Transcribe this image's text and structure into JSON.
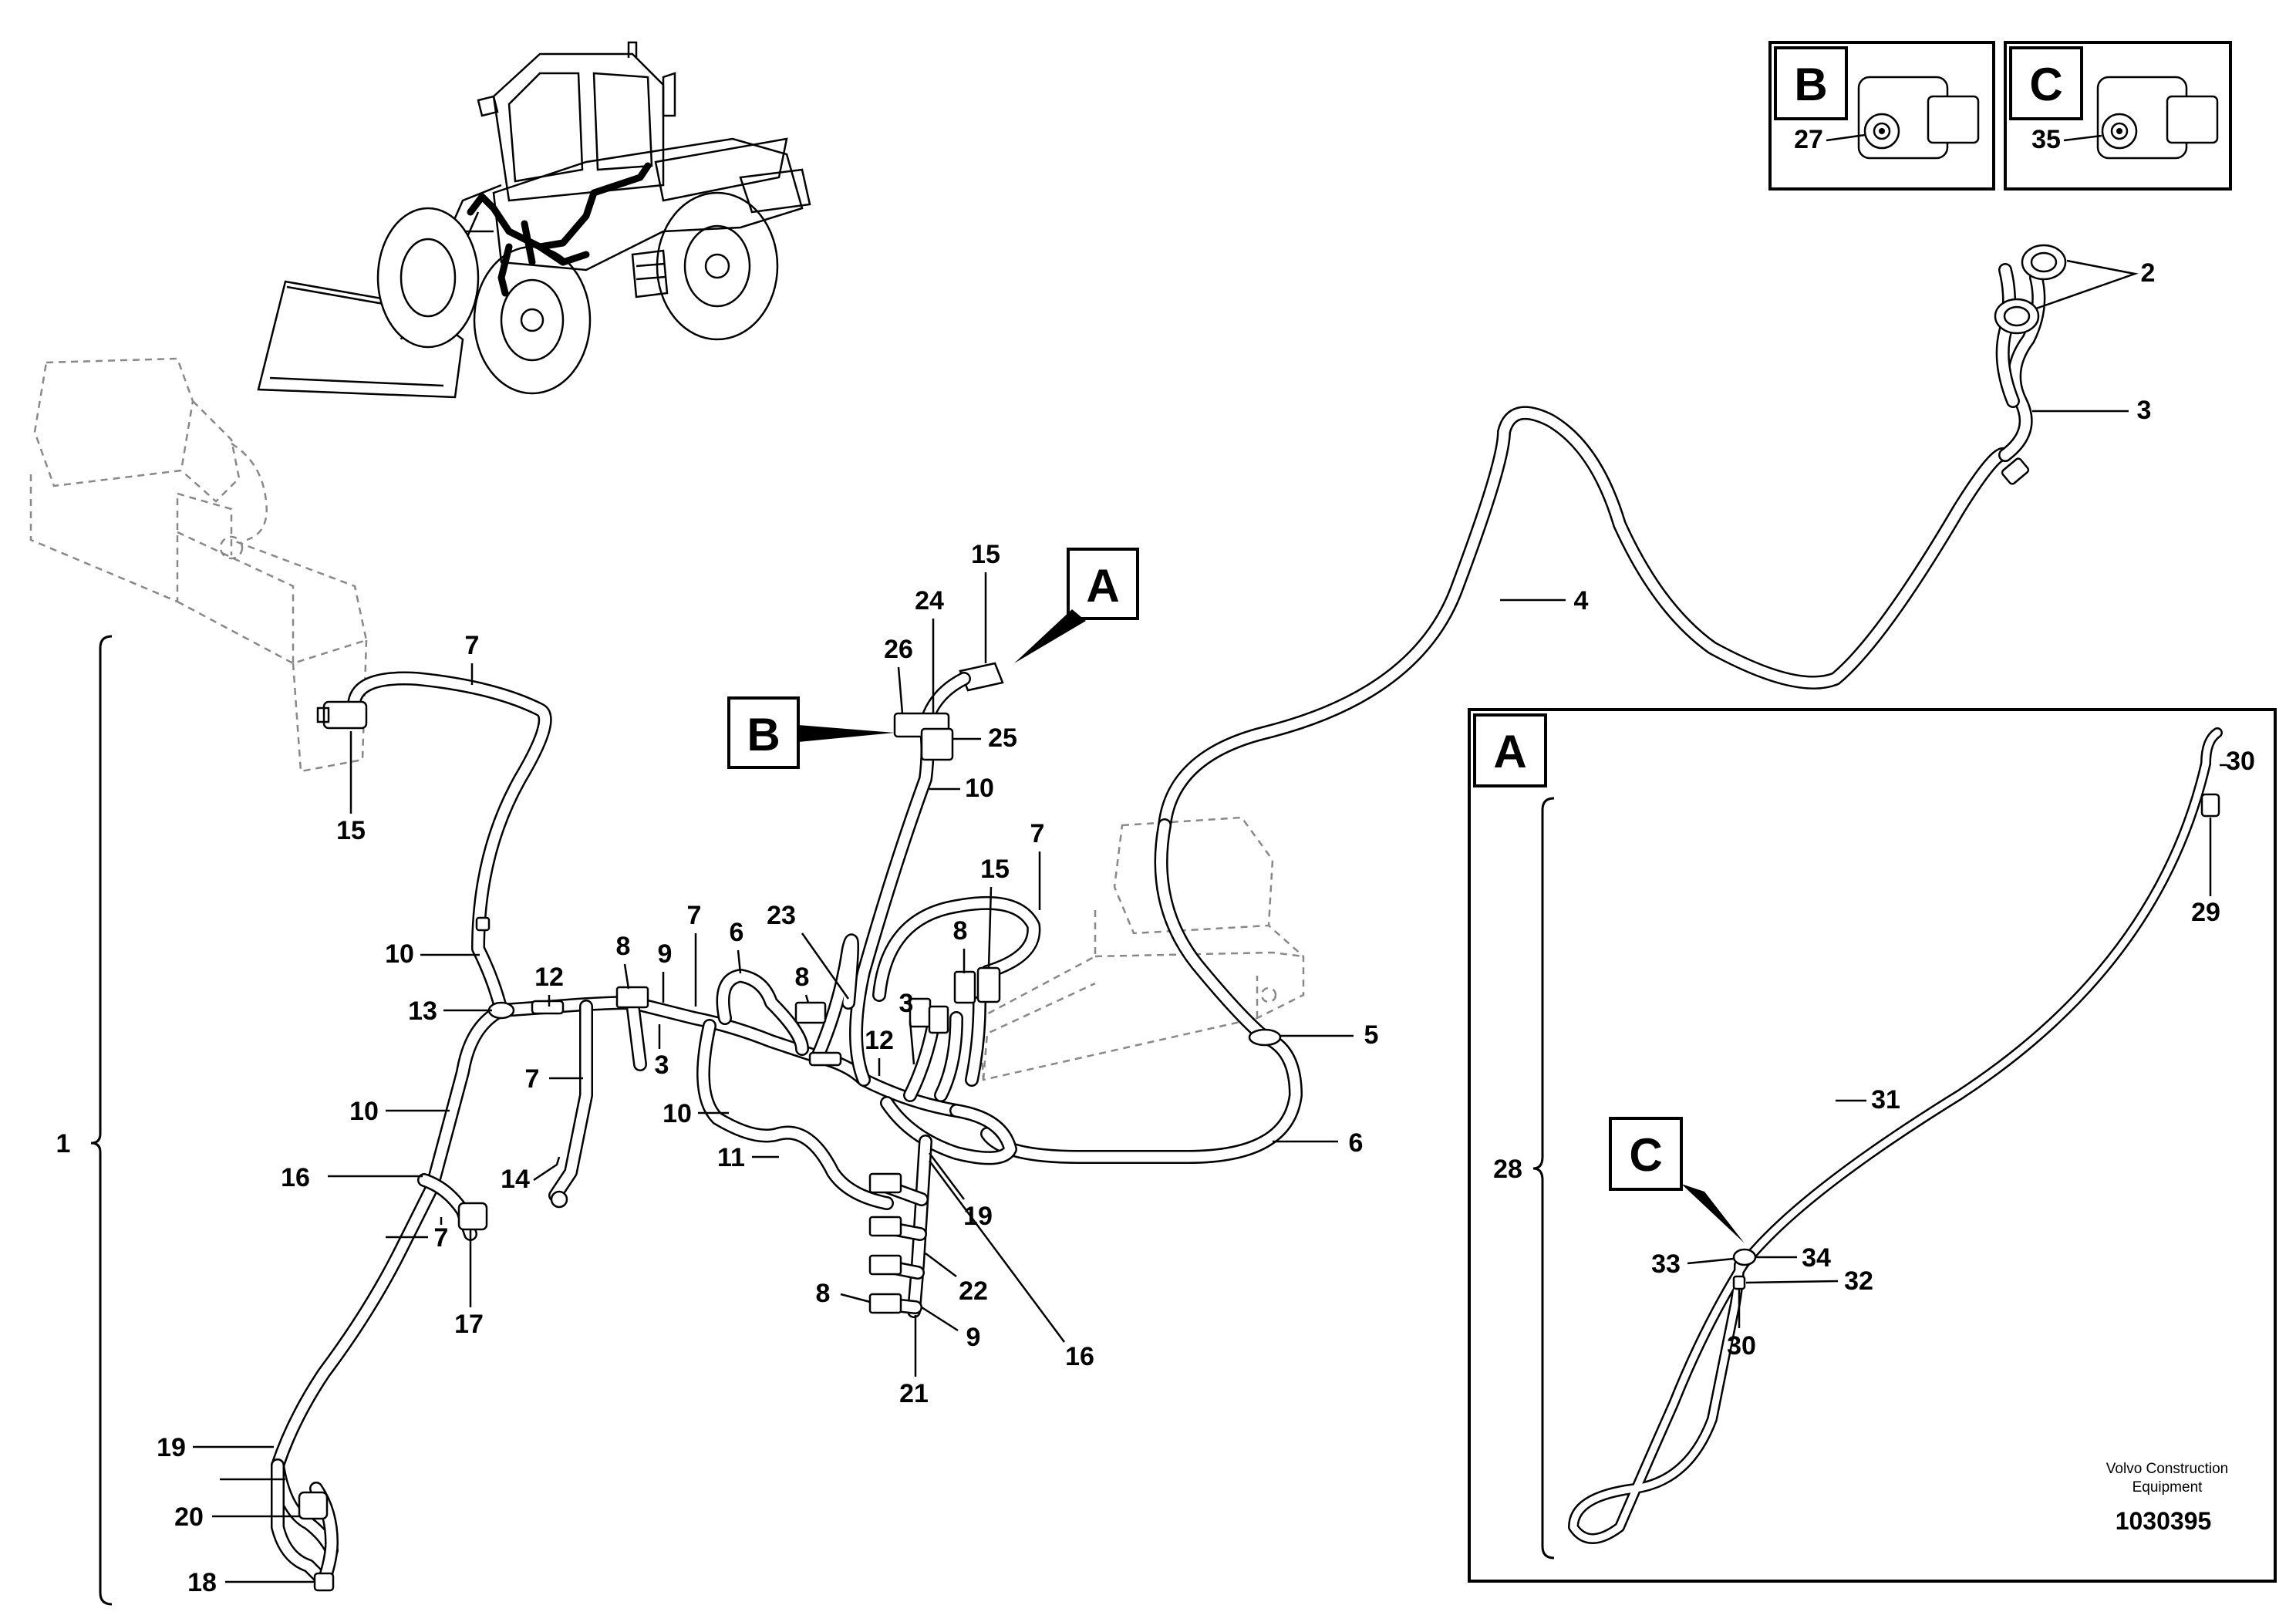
{
  "figure": {
    "brand_line1": "Volvo Construction",
    "brand_line2": "Equipment",
    "figure_number": "1030395"
  },
  "detail_views": {
    "A": {
      "letter": "A",
      "callouts": [
        "28",
        "29",
        "30",
        "31",
        "32",
        "33",
        "34",
        "30"
      ]
    },
    "B": {
      "letter": "B",
      "callout": "27"
    },
    "C": {
      "letter": "C",
      "callout": "35"
    }
  },
  "view_pointers": [
    "A",
    "B",
    "C"
  ],
  "callouts": [
    "1",
    "2",
    "3",
    "4",
    "5",
    "6",
    "7",
    "8",
    "9",
    "10",
    "11",
    "12",
    "13",
    "14",
    "15",
    "16",
    "17",
    "18",
    "19",
    "20",
    "21",
    "22",
    "23",
    "24",
    "25",
    "26",
    "15",
    "15",
    "15",
    "10",
    "10",
    "10",
    "10",
    "7",
    "7",
    "7",
    "7",
    "7",
    "7",
    "8",
    "8",
    "8",
    "8",
    "9",
    "9",
    "3",
    "3",
    "12",
    "6",
    "16",
    "19",
    "7"
  ],
  "icons": [
    "wheel-loader-icon",
    "brake-sensor-icon",
    "hose-connector-icon",
    "cab-lamp-icon"
  ]
}
